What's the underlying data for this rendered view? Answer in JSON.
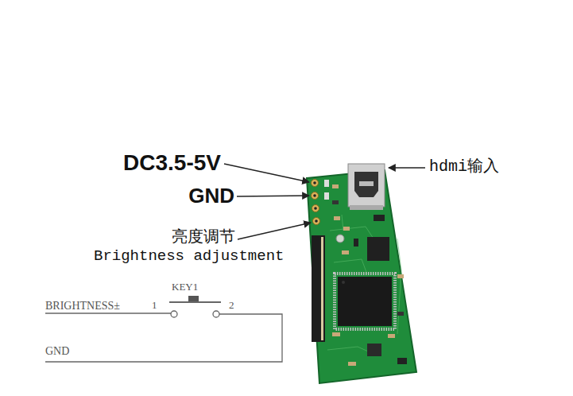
{
  "diagram": {
    "labels": [
      "DC3.5-5V",
      "GND",
      "亮度调节",
      "Brightness adjustment",
      "hdmi输入",
      "BRIGHTNESS±",
      "1",
      "KEY1",
      "2",
      "GND"
    ]
  }
}
